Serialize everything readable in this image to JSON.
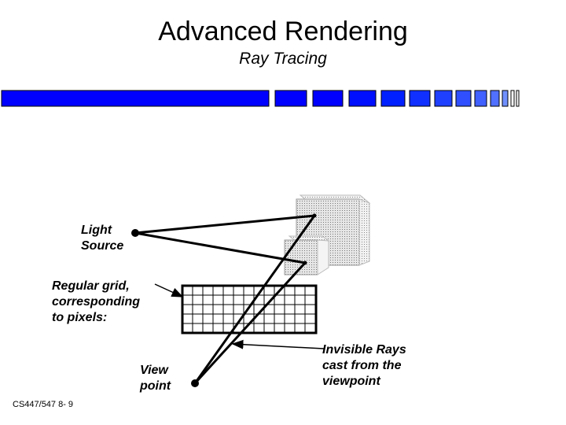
{
  "slide": {
    "title": "Advanced Rendering",
    "subtitle": "Ray Tracing",
    "footer": "CS447/547 8- 9"
  },
  "labels": {
    "light_source": "Light\nSource",
    "regular_grid": "Regular grid,\ncorresponding\nto pixels:",
    "view_point": "View\npoint",
    "invisible_rays": "Invisible Rays\ncast from the\nviewpoint"
  },
  "colors": {
    "bar_blue": "#0000ff",
    "bar_outline": "#000000",
    "box_fill": "#e0e0e0"
  }
}
